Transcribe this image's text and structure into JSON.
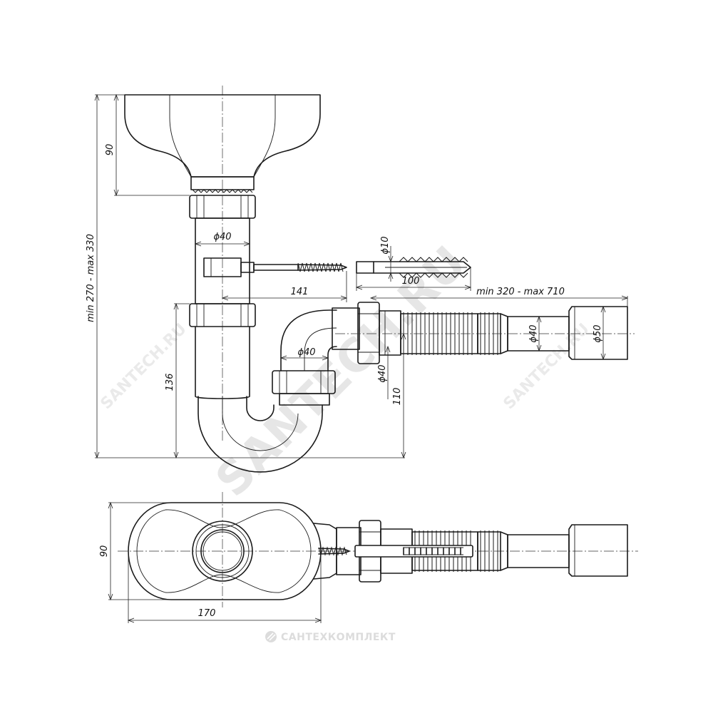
{
  "dimensions": {
    "funnel_height": "90",
    "overall_height": "min 270 - max 330",
    "pipe_diameter_top": "ϕ40",
    "dowel_diameter": "ϕ10",
    "dowel_length": "100",
    "bracket_offset": "141",
    "hose_length": "min 320 - max 710",
    "bend_diameter": "ϕ40",
    "outlet_diameter": "ϕ40",
    "hose_inner_diameter": "ϕ40",
    "hose_end_diameter": "ϕ50",
    "trap_height": "136",
    "outlet_height": "110",
    "plan_width": "90",
    "plan_length": "170"
  },
  "watermark": {
    "text": "SANTECH.RU",
    "brand": "САНТЕХКОМПЛЕКТ"
  },
  "colors": {
    "line": "#1a1a1a",
    "watermark": "#e6e6e6"
  }
}
